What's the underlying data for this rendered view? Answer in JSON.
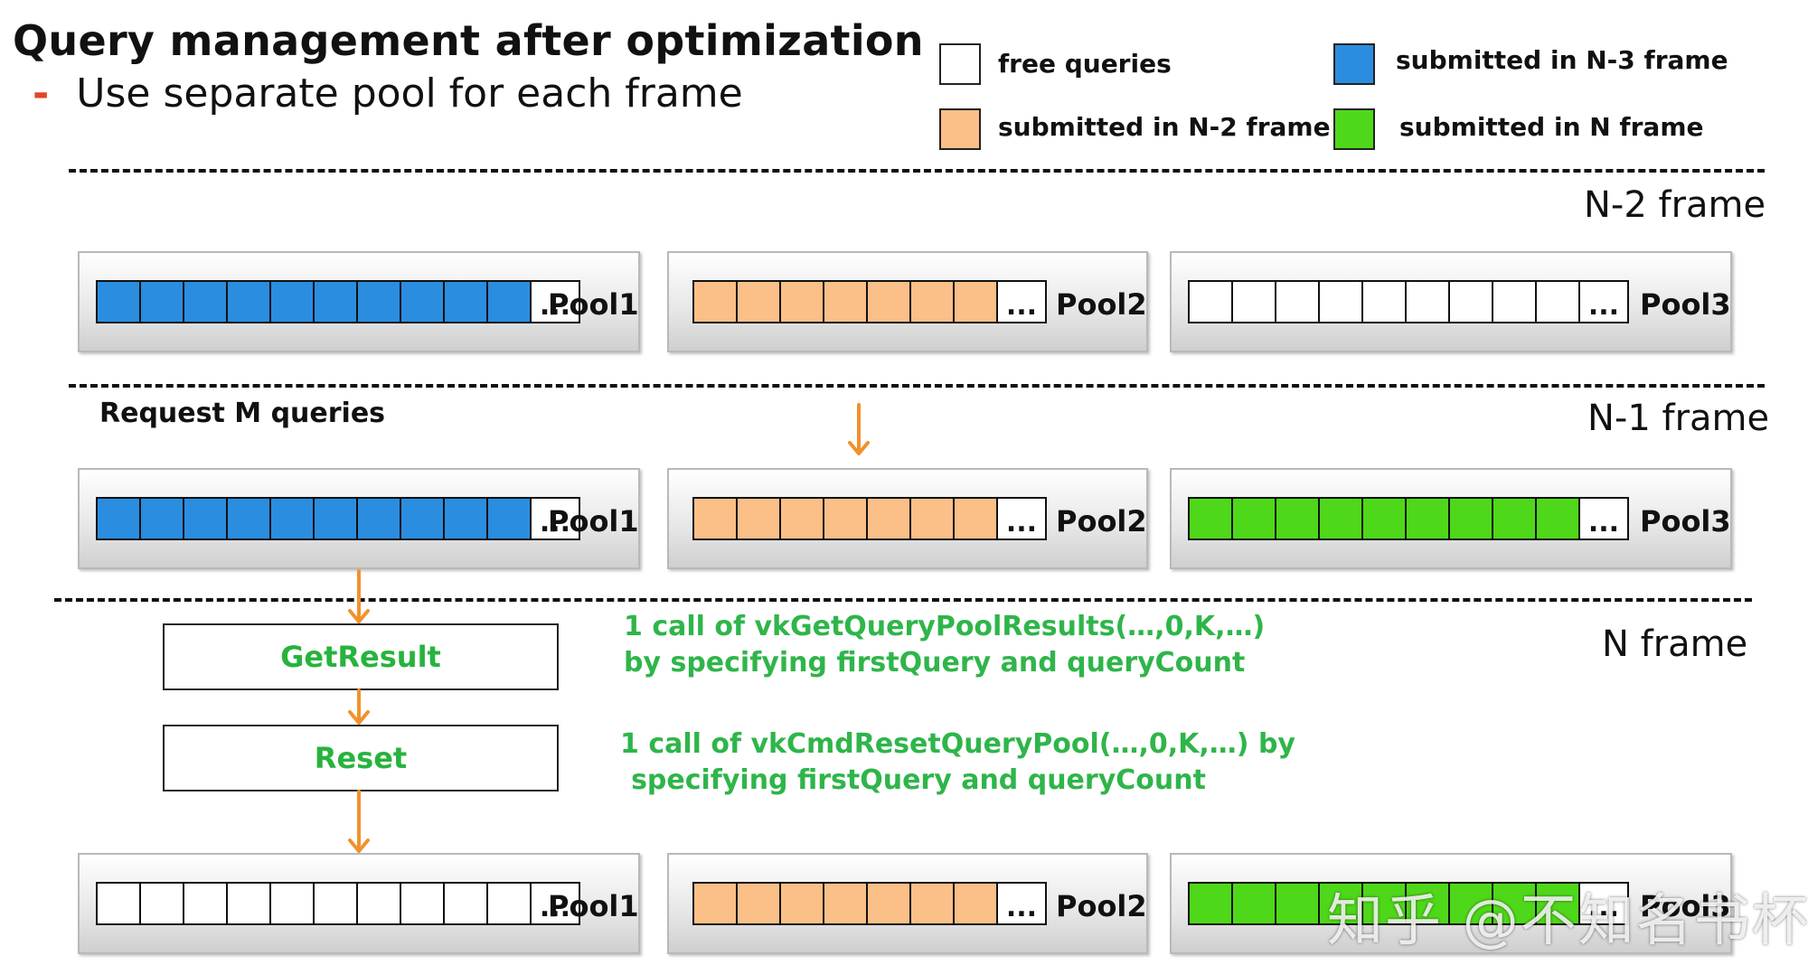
{
  "title": "Query management after optimization",
  "subtitle_bullet": "-",
  "subtitle": "Use separate pool for each frame",
  "legend": [
    {
      "label": "free queries",
      "color": "#ffffff"
    },
    {
      "label": "submitted in N-3 frame",
      "color": "#2b8de0"
    },
    {
      "label": "submitted in N-2 frame",
      "color": "#fbbf88"
    },
    {
      "label": "submitted in N frame",
      "color": "#4fd81a"
    }
  ],
  "frames": {
    "n2": "N-2 frame",
    "n1": "N-1 frame",
    "n": "N frame"
  },
  "request_text": "Request M queries",
  "pool_names": {
    "p1": "Pool1",
    "p2": "Pool2",
    "p3": "Pool3"
  },
  "ellipsis": "...",
  "pool_fills": {
    "row1": [
      "#2b8de0",
      "#fbbf88",
      "#ffffff"
    ],
    "row2": [
      "#2b8de0",
      "#fbbf88",
      "#4fd81a"
    ],
    "row3": [
      "#ffffff",
      "#fbbf88",
      "#4fd81a"
    ]
  },
  "steps": {
    "get_result": "GetResult",
    "reset": "Reset"
  },
  "notes": {
    "get_line1": "1 call of vkGetQueryPoolResults(…,0,K,…)",
    "get_line2": "by specifying firstQuery and queryCount",
    "reset_line1": "1 call of vkCmdResetQueryPool(…,0,K,…) by",
    "reset_line2": "specifying firstQuery and queryCount"
  },
  "arrow_color": "#f0922c",
  "watermark": "知乎 @不知名书杯"
}
